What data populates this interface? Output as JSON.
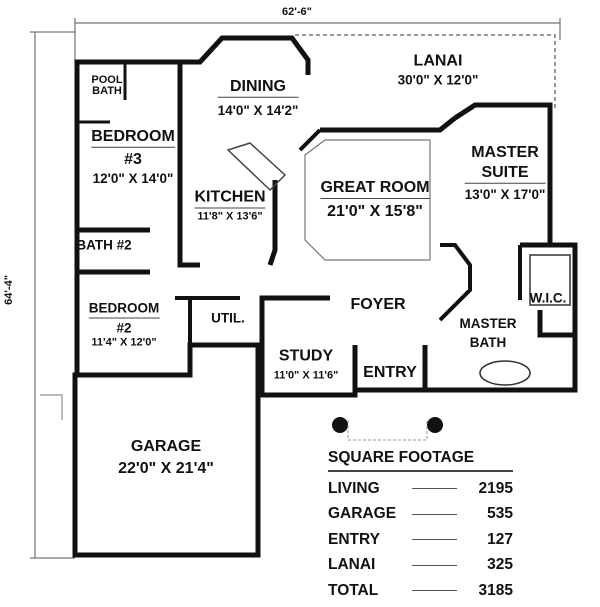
{
  "dimensions": {
    "width": "62'-6\"",
    "depth": "64'-4\""
  },
  "rooms": {
    "pool_bath": {
      "line1": "POOL",
      "line2": "BATH"
    },
    "bedroom3": {
      "name": "BEDROOM",
      "number": "#3",
      "size": "12'0\" X 14'0\""
    },
    "dining": {
      "name": "DINING",
      "size": "14'0\" X 14'2\""
    },
    "lanai": {
      "name": "LANAI",
      "size": "30'0\" X 12'0\""
    },
    "kitchen": {
      "name": "KITCHEN",
      "size": "11'8\" X 13'6\""
    },
    "great_room": {
      "name": "GREAT ROOM",
      "size": "21'0\" X 15'8\""
    },
    "master_suite": {
      "line1": "MASTER",
      "line2": "SUITE",
      "size": "13'0\" X 17'0\""
    },
    "bath2": {
      "name": "BATH #2"
    },
    "wic": {
      "name": "W.I.C."
    },
    "bedroom2": {
      "name": "BEDROOM",
      "number": "#2",
      "size": "11'4\" X 12'0\""
    },
    "util": {
      "name": "UTIL."
    },
    "foyer": {
      "name": "FOYER"
    },
    "master_bath": {
      "line1": "MASTER",
      "line2": "BATH"
    },
    "study": {
      "name": "STUDY",
      "size": "11'0\" X 11'6\""
    },
    "entry": {
      "name": "ENTRY"
    },
    "garage": {
      "name": "GARAGE",
      "size": "22'0\" X 21'4\""
    }
  },
  "square_footage": {
    "title": "SQUARE FOOTAGE",
    "rows": [
      {
        "label": "LIVING",
        "value": "2195"
      },
      {
        "label": "GARAGE",
        "value": "535"
      },
      {
        "label": "ENTRY",
        "value": "127"
      },
      {
        "label": "LANAI",
        "value": "325"
      },
      {
        "label": "TOTAL",
        "value": "3185"
      }
    ]
  }
}
